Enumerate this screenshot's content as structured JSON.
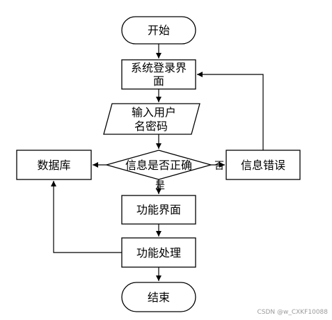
{
  "flowchart": {
    "nodes": {
      "start": "开始",
      "login_line1": "系统登录界",
      "login_line2": "面",
      "input_line1": "输入用户",
      "input_line2": "名密码",
      "decision": "信息是否正确",
      "database": "数据库",
      "error": "信息错误",
      "function_ui": "功能界面",
      "function_proc": "功能处理",
      "end": "结束"
    },
    "edges": {
      "yes": "是",
      "no": "否"
    }
  },
  "watermark": "CSDN @w_CXKF10088"
}
